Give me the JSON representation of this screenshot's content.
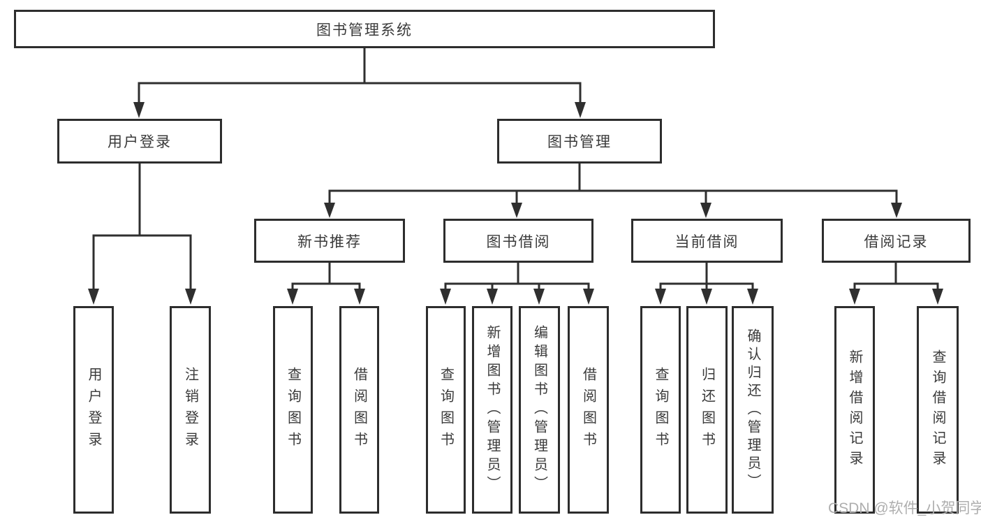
{
  "diagram": {
    "title_node": {
      "label": "图书管理系统"
    },
    "level2": {
      "user_login": {
        "label": "用户登录"
      },
      "book_mgmt": {
        "label": "图书管理"
      }
    },
    "user_login_children": {
      "login": {
        "label": "用户登录"
      },
      "logout": {
        "label": "注销登录"
      }
    },
    "level3": {
      "new_book_rec": {
        "label": "新书推荐"
      },
      "book_borrow": {
        "label": "图书借阅"
      },
      "current_borrow": {
        "label": "当前借阅"
      },
      "borrow_records": {
        "label": "借阅记录"
      }
    },
    "new_book_rec_children": {
      "query_book": {
        "label": "查询图书"
      },
      "borrow_book": {
        "label": "借阅图书"
      }
    },
    "book_borrow_children": {
      "query_book": {
        "label": "查询图书"
      },
      "add_book": {
        "label": "新增图书（管理员）"
      },
      "edit_book": {
        "label": "编辑图书（管理员）"
      },
      "borrow_book": {
        "label": "借阅图书"
      }
    },
    "current_borrow_children": {
      "query_book": {
        "label": "查询图书"
      },
      "return_book": {
        "label": "归还图书"
      },
      "confirm_return": {
        "label": "确认归还（管理员）"
      }
    },
    "borrow_records_children": {
      "add_record": {
        "label": "新增借阅记录"
      },
      "query_record": {
        "label": "查询借阅记录"
      }
    }
  },
  "watermark": {
    "text": "CSDN @软件_小贺同学"
  },
  "colors": {
    "background": "#ffffff",
    "line": "#2f2f2f",
    "box_border": "#2d2d2d",
    "text": "#3a3a3a",
    "watermark": "#aeaeae"
  }
}
